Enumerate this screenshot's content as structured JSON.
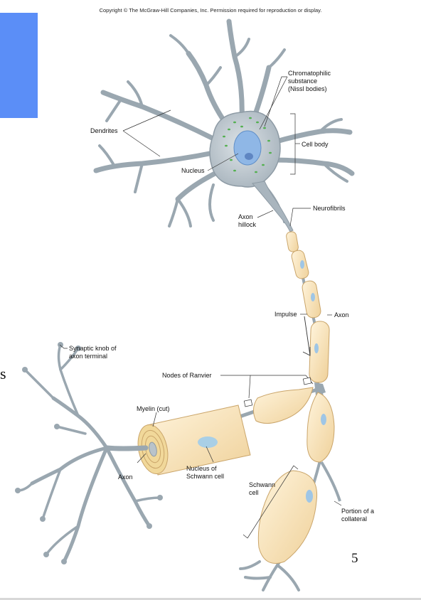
{
  "copyright": "Copyright © The McGraw-Hill Companies, Inc. Permission required for reproduction or display.",
  "stray_letter": "s",
  "slide_number": "5",
  "colors": {
    "accent_tab": "#5b8ef7",
    "cell": "#b9c3ca",
    "myelin": "#f7e3b8",
    "nucleus": "#8fb7e6",
    "nissl": "#53b04f"
  },
  "labels": {
    "chromatophilic_1": "Chromatophilic",
    "chromatophilic_2": "substance",
    "chromatophilic_3": "(Nissl bodies)",
    "dendrites": "Dendrites",
    "cell_body": "Cell body",
    "nucleus": "Nucleus",
    "neurofibrils": "Neurofibrils",
    "axon_hillock_1": "Axon",
    "axon_hillock_2": "hillock",
    "impulse": "Impulse",
    "axon_right": "Axon",
    "synaptic_1": "Synaptic knob of",
    "synaptic_2": "axon terminal",
    "nodes_of_ranvier": "Nodes of Ranvier",
    "myelin_cut": "Myelin (cut)",
    "axon_left": "Axon",
    "nucleus_schwann_1": "Nucleus of",
    "nucleus_schwann_2": "Schwann cell",
    "schwann_1": "Schwann",
    "schwann_2": "cell",
    "collateral_1": "Portion of a",
    "collateral_2": "collateral"
  }
}
